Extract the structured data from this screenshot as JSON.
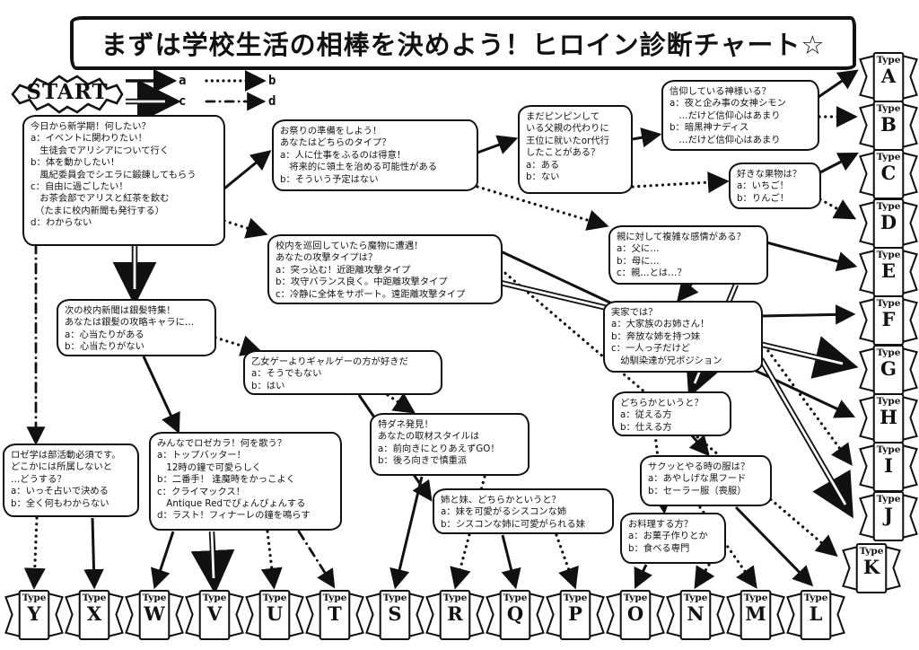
{
  "title": "まずは学校生活の相棒を決めよう！ヒロイン診断チャート☆",
  "start_label": "START",
  "type_label": "Type",
  "legend": {
    "a": "a",
    "b": "b",
    "c": "c",
    "d": "d"
  },
  "questions": {
    "q1": {
      "text": "今日から新学期！何したい？\na：イベントに関わりたい！\n　生徒会でアリシアについて行く\nb：体を動かしたい！\n　風紀委員会でシエラに鍛錬してもらう\nc：自由に過ごしたい！\n　お茶会部でアリスと紅茶を飲む\n　（たまに校内新聞も発行する）\nd：わからない"
    },
    "q2": {
      "text": "お祭りの準備をしよう！\nあなたはどちらのタイプ？\na：人に仕事をふるのは得意！\n　将来的に領土を治める可能性がある\nb：そういう予定はない"
    },
    "q3": {
      "text": "まだピンピンして\nいる父親の代わりに\n王位に就いたor代行\nしたことがある？\na：ある\nb：ない"
    },
    "q4": {
      "text": "信仰している神様いる？\na：夜と企み事の女神シモン\n　…だけど信仰心はあまり\nb：暗黒神ナディス\n　…だけど信仰心はあまり"
    },
    "q5": {
      "text": "好きな果物は？\na：いちご！\nb：りんご！"
    },
    "q6": {
      "text": "校内を巡回していたら魔物に遭遇！\nあなたの攻撃タイプは？\na：突っ込む！近距離攻撃タイプ\nb：攻守バランス良く。中距離攻撃タイプ\nc：冷静に全体をサポート。遠距離攻撃タイプ"
    },
    "q7": {
      "text": "親に対して複雑な感情がある？\na：父に…\nb：母に…\nc：親…とは…？"
    },
    "q8": {
      "text": "次の校内新聞は銀髪特集！\nあなたは銀髪の攻略キャラに…\na：心当たりがある\nb：心当たりがない"
    },
    "q9": {
      "text": "実家では？\na：大家族のお姉さん！\nb：奔放な姉を持つ妹\nc：一人っ子だけど\n　幼馴染達が兄ポジション"
    },
    "q10": {
      "text": "乙女ゲーよりギャルゲーの方が好きだ\na：そうでもない\nb：はい"
    },
    "q11": {
      "text": "どちらかというと？\na：従える方\nb：仕える方"
    },
    "q12": {
      "text": "特ダネ発見！\nあなたの取材スタイルは\na：前向きにとりあえずGO！\nb：後ろ向きで慎重派"
    },
    "q13": {
      "text": "ロゼ学は部活動必須です。\nどこかには所属しないと\n…どうする？\na：いっそ占いで決める\nb：全く何もわからない"
    },
    "q14": {
      "text": "みんなでロゼカラ！何を歌う？\na：トップバッター！\n　12時の鐘で可愛らしく\nb：二番手！ 逢魔時をかっこよく\nc：クライマックス！\n　Antique Redでぴょんぴょんする\nd：ラスト！フィナーレの鐘を鳴らす"
    },
    "q15": {
      "text": "姉と妹、どちらかというと？\na：妹を可愛がるシスコンな姉\nb：シスコンな姉に可愛がられる妹"
    },
    "q16": {
      "text": "サクッとやる時の服は？\na：あやしげな黒フード\nb：セーラー服（喪服）"
    },
    "q17": {
      "text": "お料理する方？\na：お菓子作りとか\nb：食べる専門"
    }
  },
  "types": {
    "right": [
      "A",
      "B",
      "C",
      "D",
      "E",
      "F",
      "G",
      "H",
      "I",
      "J",
      "K"
    ],
    "bottom": [
      "Y",
      "X",
      "W",
      "V",
      "U",
      "T",
      "S",
      "R",
      "Q",
      "P",
      "O",
      "N",
      "M",
      "L"
    ]
  }
}
